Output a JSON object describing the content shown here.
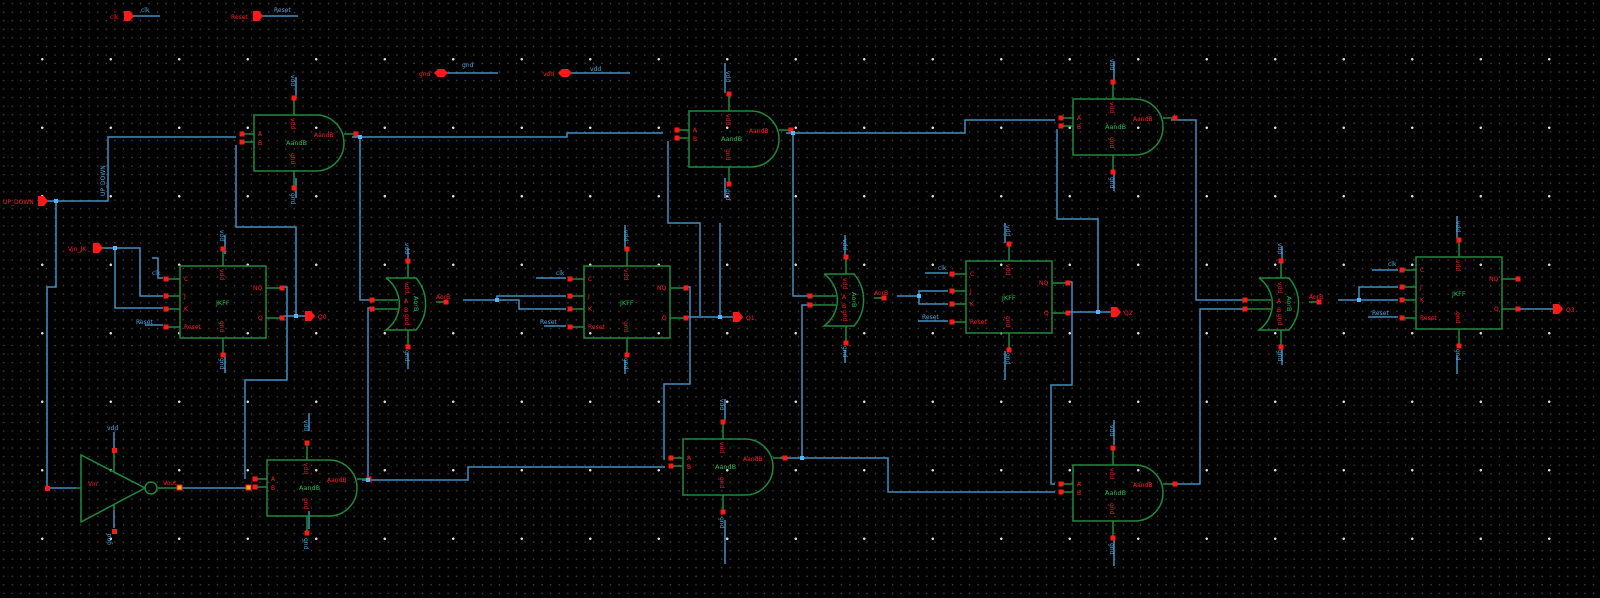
{
  "app": {
    "title": "Schematic Editor"
  },
  "colors": {
    "background": "#000000",
    "wire": "#3f8fc0",
    "symbol": "#1e8a3a",
    "pin": "#ff1a1a",
    "net_label": "#4fa8e0",
    "junction": "#4fb8ff"
  },
  "global_pins": [
    {
      "name": "clk",
      "net": "clk",
      "kind": "input"
    },
    {
      "name": "Reset",
      "net": "Reset",
      "kind": "input"
    },
    {
      "name": "gnd",
      "net": "gnd",
      "kind": "inout"
    },
    {
      "name": "vdd",
      "net": "vdd",
      "kind": "inout"
    }
  ],
  "io_pins": {
    "up_down": "UP_DOWN",
    "vin_jk": "Vin_JK",
    "q0": "Q0",
    "q1": "Q1",
    "q2": "Q2",
    "q3": "Q3"
  },
  "net_labels": {
    "vdd": "vdd",
    "gnd": "gnd",
    "clk": "clk",
    "reset": "Reset",
    "up_down": "UP_DOWN"
  },
  "and_gate": {
    "cell": "AandB",
    "pins": [
      "A",
      "B"
    ],
    "out": "AandB",
    "vdd": "vdd",
    "gnd": "gnd"
  },
  "or_gate": {
    "cell": "AorB",
    "pins": [
      "A",
      "B"
    ],
    "out": "AorB",
    "vdd": "vdd",
    "gnd": "gnd"
  },
  "jkff": {
    "cell": "JKFF",
    "pins": [
      "C",
      "J",
      "K",
      "Reset"
    ],
    "outs": [
      "NQ",
      "Q"
    ],
    "vdd": "vdd",
    "gnd": "gnd"
  },
  "inverter": {
    "in": "Vin",
    "out": "Vout",
    "vdd": "vdd",
    "gnd": "gnd"
  }
}
